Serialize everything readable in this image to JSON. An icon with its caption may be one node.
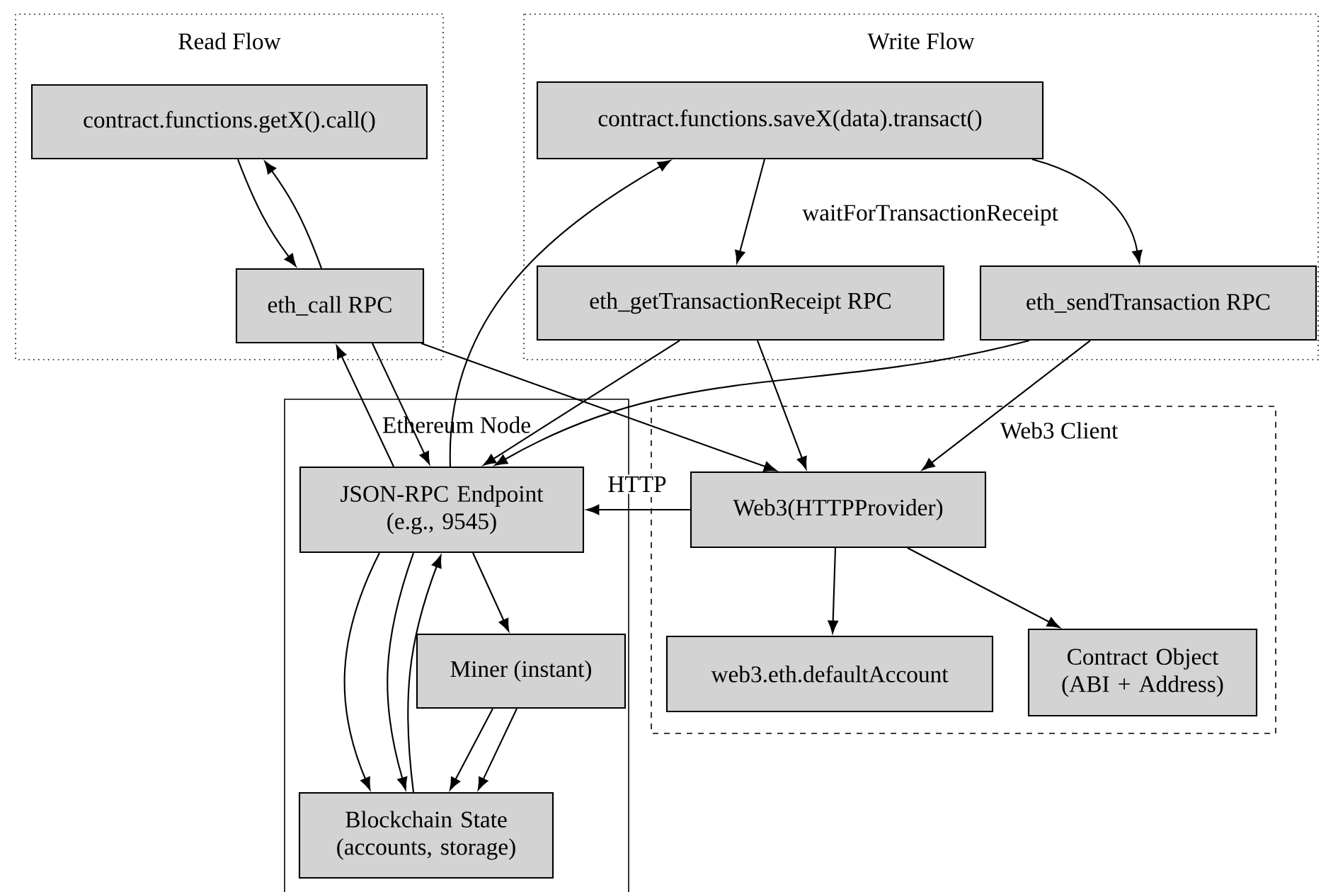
{
  "diagram": {
    "nodes": [
      {
        "text": [
          "Read Flow"
        ]
      },
      {
        "text": [
          "contract.functions.getX().call()"
        ],
        "in": 0
      },
      {
        "text": [
          "eth_call RPC"
        ],
        "in": 0
      },
      {
        "text": [
          "Write Flow"
        ]
      },
      {
        "text": [
          "contract.functions.saveX(data).transact()"
        ],
        "in": 3
      },
      {
        "text": [
          "eth_getTransactionReceipt RPC"
        ],
        "in": 3
      },
      {
        "text": [
          "eth_sendTransaction RPC"
        ],
        "in": 3
      },
      {
        "text": [
          "Ethereum Node"
        ]
      },
      {
        "text": [
          "JSON-RPC Endpoint (e.g., 9545)"
        ],
        "in": 7
      },
      {
        "text": [
          "Miner (instant)"
        ],
        "in": 7
      },
      {
        "text": [
          "Blockchain State (accounts, storage)"
        ],
        "in": 7
      },
      {
        "text": [
          "Web3 Client"
        ]
      },
      {
        "text": [
          "Web3(HTTPProvider)"
        ],
        "in": 11
      },
      {
        "text": [
          "web3.eth.defaultAccount"
        ],
        "in": 11
      },
      {
        "text": [
          "Contract Object (ABI + Address)"
        ],
        "in": 11
      }
    ],
    "edges": [
      {
        "from": 1,
        "to": 2,
        "arrow": "to"
      },
      {
        "from": 2,
        "to": 1,
        "arrow": "to"
      },
      {
        "from": 4,
        "to": 5,
        "arrow": "to",
        "label": "waitForTransactionReceipt"
      },
      {
        "from": 4,
        "to": 6,
        "arrow": "to"
      },
      {
        "from": 8,
        "to": 4,
        "arrow": "to"
      },
      {
        "from": 8,
        "to": 2,
        "arrow": "to"
      },
      {
        "from": 2,
        "to": 8,
        "arrow": "to"
      },
      {
        "from": 2,
        "to": 12,
        "arrow": "to"
      },
      {
        "from": 5,
        "to": 8,
        "arrow": "to"
      },
      {
        "from": 6,
        "to": 8,
        "arrow": "to"
      },
      {
        "from": 5,
        "to": 12,
        "arrow": "to"
      },
      {
        "from": 6,
        "to": 12,
        "arrow": "to"
      },
      {
        "from": 12,
        "to": 8,
        "arrow": "to",
        "label": "HTTP"
      },
      {
        "from": 12,
        "to": 13,
        "arrow": "to"
      },
      {
        "from": 12,
        "to": 14,
        "arrow": "to"
      },
      {
        "from": 8,
        "to": 10,
        "arrow": "to"
      },
      {
        "from": 8,
        "to": 10,
        "arrow": "to"
      },
      {
        "from": 10,
        "to": 8,
        "arrow": "to"
      },
      {
        "from": 8,
        "to": 9,
        "arrow": "to"
      },
      {
        "from": 9,
        "to": 10,
        "arrow": "to"
      },
      {
        "from": 9,
        "to": 10,
        "arrow": "to"
      }
    ]
  }
}
